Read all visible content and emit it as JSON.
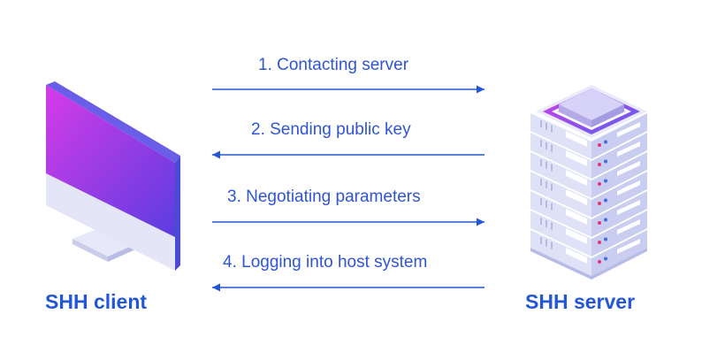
{
  "client": {
    "label": "SHH client"
  },
  "server": {
    "label": "SHH server"
  },
  "steps": [
    {
      "label": "1. Contacting server",
      "direction": "right"
    },
    {
      "label": "2. Sending public key",
      "direction": "left"
    },
    {
      "label": "3. Negotiating parameters",
      "direction": "right"
    },
    {
      "label": "4. Logging into host system",
      "direction": "left"
    }
  ],
  "colors": {
    "accent": "#2457d6",
    "monitor_gradient_start": "#d63be8",
    "monitor_gradient_end": "#5b3de0",
    "device_body": "#e6e8f8",
    "server_rack": "#dfe2f7",
    "led_pink": "#e3357a",
    "led_blue": "#3f6df0"
  }
}
